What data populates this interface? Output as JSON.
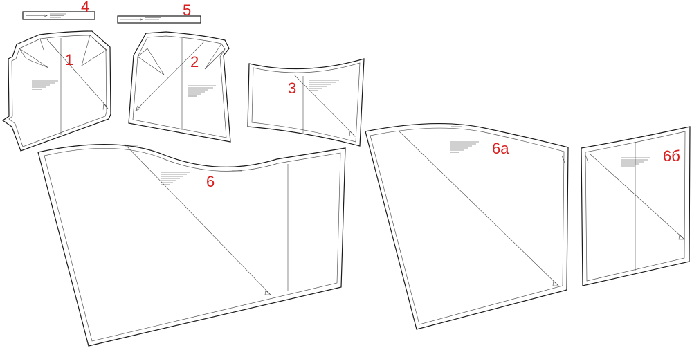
{
  "pieces": [
    {
      "id": "p1",
      "label": "1"
    },
    {
      "id": "p2",
      "label": "2"
    },
    {
      "id": "p3",
      "label": "3"
    },
    {
      "id": "p4",
      "label": "4"
    },
    {
      "id": "p5",
      "label": "5"
    },
    {
      "id": "p6",
      "label": "6"
    },
    {
      "id": "p6a",
      "label": "6а"
    },
    {
      "id": "p6b",
      "label": "6б"
    }
  ],
  "colors": {
    "outline": "#1a1a1a",
    "label": "#d81e1e",
    "background": "#ffffff"
  }
}
